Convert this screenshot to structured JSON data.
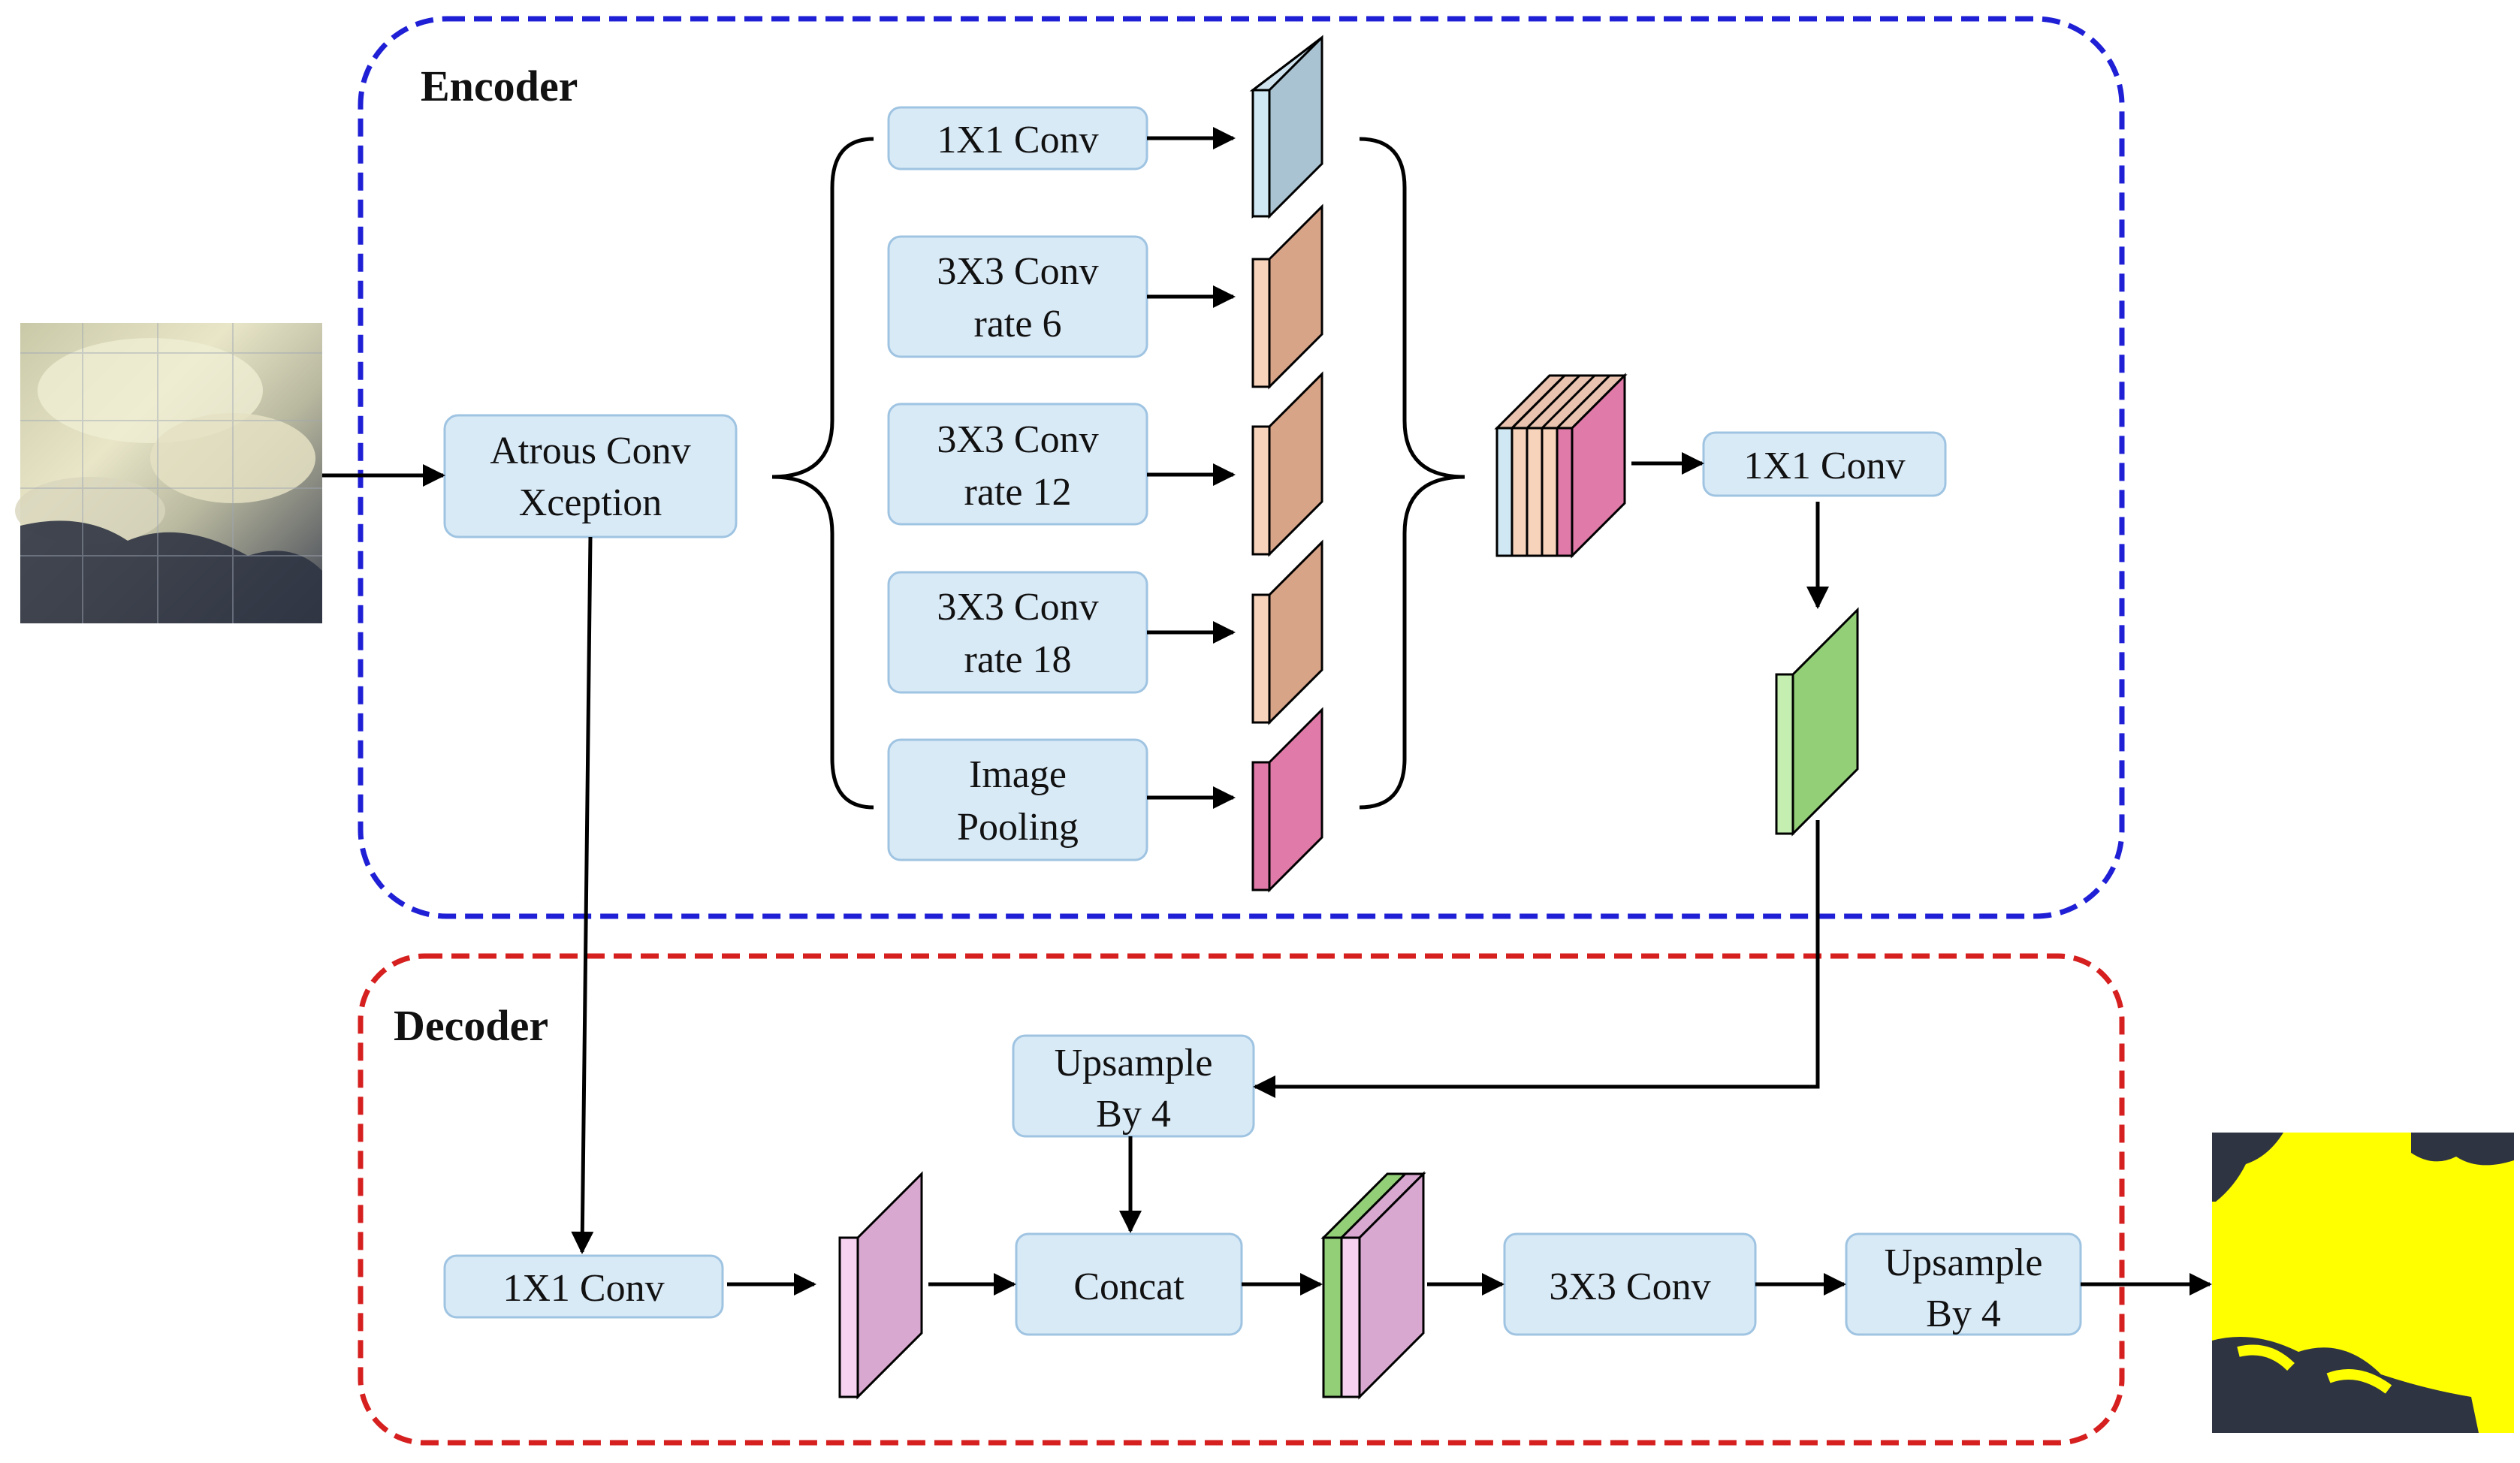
{
  "encoder": {
    "title": "Encoder",
    "backbone": {
      "line1": "Atrous Conv",
      "line2": "Xception"
    },
    "branches": [
      {
        "line1": "1X1 Conv",
        "line2": ""
      },
      {
        "line1": "3X3 Conv",
        "line2": "rate 6"
      },
      {
        "line1": "3X3 Conv",
        "line2": "rate 12"
      },
      {
        "line1": "3X3 Conv",
        "line2": "rate 18"
      },
      {
        "line1": "Image",
        "line2": "Pooling"
      }
    ],
    "fuse_conv": "1X1 Conv"
  },
  "decoder": {
    "title": "Decoder",
    "upsample_top": {
      "line1": "Upsample",
      "line2": "By 4"
    },
    "low_level_conv": "1X1 Conv",
    "concat": "Concat",
    "conv3": "3X3 Conv",
    "upsample_final": {
      "line1": "Upsample",
      "line2": "By 4"
    }
  },
  "colors": {
    "encoder_border": "#1f1fd6",
    "decoder_border": "#d61f1f",
    "box_fill": "#d9eaf7",
    "box_stroke": "#9fc4e2",
    "feature_blue": "#a9c3d2",
    "feature_orange": "#d7a488",
    "feature_pink": "#e07aa8",
    "feature_green": "#92cf77",
    "feature_mauve": "#d9a8d0",
    "output_yellow": "#ffff00"
  },
  "icons": {
    "input": "satellite-cloud-image",
    "output": "yellow-segmentation-mask"
  }
}
